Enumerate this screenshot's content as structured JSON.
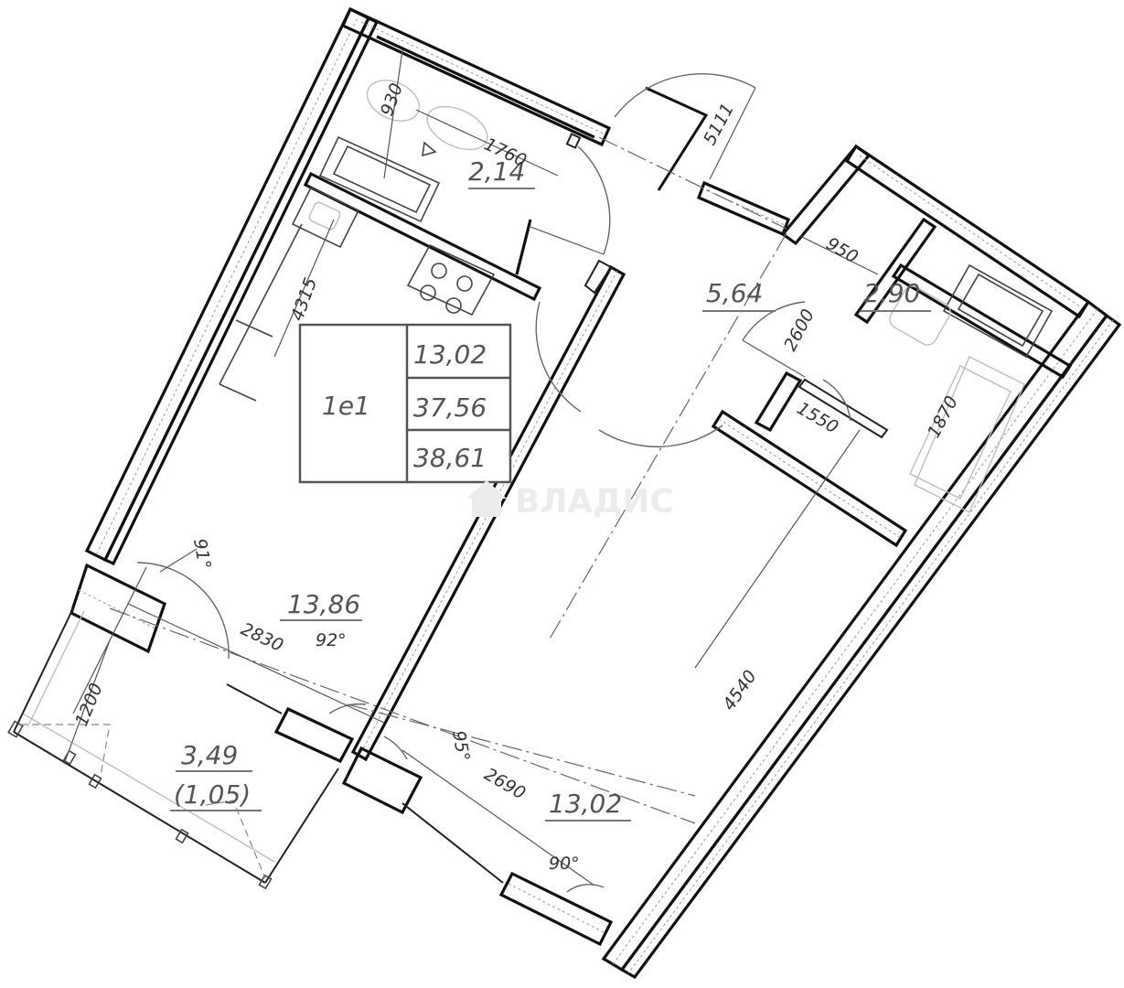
{
  "plan": {
    "unit_type": "1e1",
    "areas_summary": {
      "living_area": "13,02",
      "total_area": "37,56",
      "total_area_with_balcony": "38,61"
    },
    "rooms": [
      {
        "id": "entry-nook",
        "area": "2,14"
      },
      {
        "id": "hallway",
        "area": "5,64"
      },
      {
        "id": "bathroom",
        "area": "2,90"
      },
      {
        "id": "kitchen",
        "area": "13,86"
      },
      {
        "id": "living-room",
        "area": "13,02"
      },
      {
        "id": "balcony",
        "area": "3,49",
        "reduced_area": "(1,05)"
      }
    ],
    "dimensions": {
      "d1760": "1760",
      "d930": "930",
      "d4315": "4315",
      "d950": "950",
      "d2600": "2600",
      "d1550": "1550",
      "d1870": "1870",
      "d2830": "2830",
      "d2690": "2690",
      "d4540": "4540",
      "d1200": "1200",
      "d5111": "5111"
    },
    "angles": {
      "a92": "92°",
      "a95": "95°",
      "a90": "90°",
      "a91": "91°"
    },
    "watermark": "ВЛАДИС"
  }
}
